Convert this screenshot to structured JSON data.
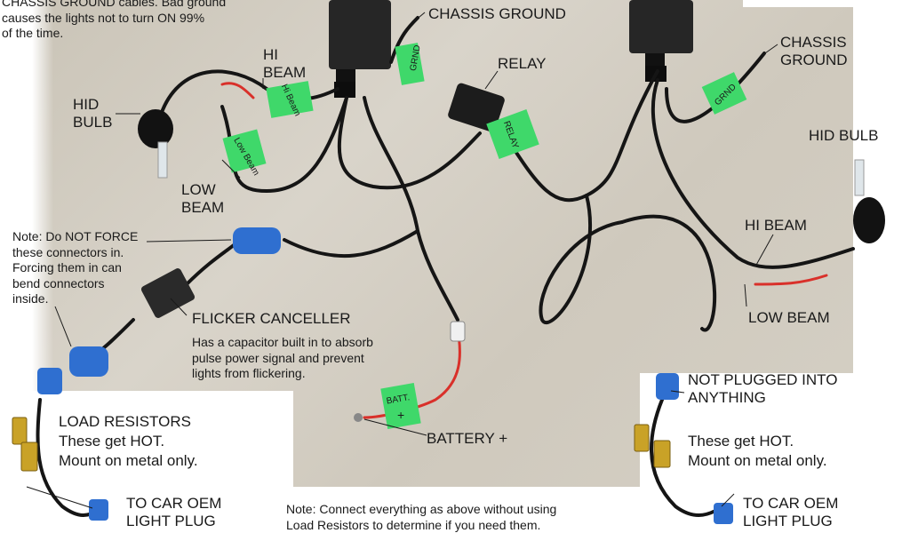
{
  "labels": {
    "top_note_line1": "CHASSIS GROUND cables. Bad ground",
    "top_note_line2": "causes the lights not to turn ON 99%",
    "top_note_line3": "of the time.",
    "chassis_ground_left": "CHASSIS GROUND",
    "relay": "RELAY",
    "chassis_ground_right_1": "CHASSIS",
    "chassis_ground_right_2": "GROUND",
    "hi_beam_left_1": "HI",
    "hi_beam_left_2": "BEAM",
    "hid_bulb_left_1": "HID",
    "hid_bulb_left_2": "BULB",
    "hid_bulb_right": "HID BULB",
    "low_beam_left_1": "LOW",
    "low_beam_left_2": "BEAM",
    "hi_beam_right": "HI BEAM",
    "low_beam_right": "LOW BEAM",
    "force_note_1": "Note: Do NOT FORCE",
    "force_note_2": "these connectors in.",
    "force_note_3": "Forcing them in can",
    "force_note_4": "bend connectors",
    "force_note_5": "inside.",
    "flicker_title": "FLICKER CANCELLER",
    "flicker_desc_1": "Has a capacitor built in to absorb",
    "flicker_desc_2": "pulse power signal and prevent",
    "flicker_desc_3": "lights  from flickering.",
    "load_resistors_title": "LOAD RESISTORS",
    "load_resistors_hot": "These get HOT.",
    "load_resistors_mount": "Mount on metal only.",
    "battery": "BATTERY +",
    "not_plugged_1": "NOT PLUGGED INTO",
    "not_plugged_2": "ANYTHING",
    "right_hot": "These get HOT.",
    "right_mount": "Mount on metal only.",
    "to_car_left_1": "TO CAR OEM",
    "to_car_left_2": "LIGHT PLUG",
    "to_car_right_1": "TO CAR OEM",
    "to_car_right_2": "LIGHT PLUG",
    "bottom_note_1": "Note: Connect everything as above without using",
    "bottom_note_2": "Load Resistors to determine if you need them."
  },
  "tags": {
    "grnd_left": "GRND",
    "grnd_right": "GRND",
    "hi_beam_tag": "Hi Beam",
    "low_beam_tag": "Low Beam",
    "relay_tag": "RELAY",
    "batt_tag_1": "BATT.",
    "batt_tag_2": "+"
  },
  "colors": {
    "floor": "#d2ccc0",
    "wire": "#151515",
    "red_wire": "#d9302a",
    "connector_blue": "#2f6fd0",
    "green_tag": "#3fd86a",
    "ballast": "#2a2a2a",
    "resistor_gold": "#c9a227"
  }
}
